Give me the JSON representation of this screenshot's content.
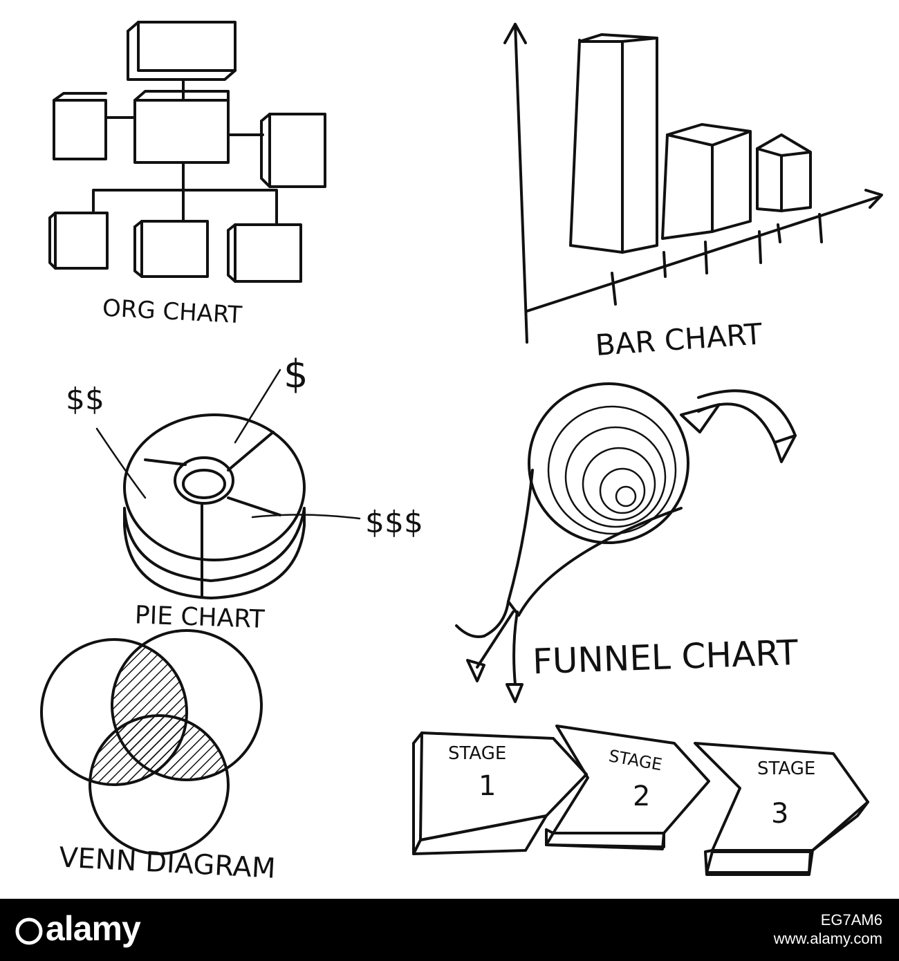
{
  "labels": {
    "org_chart": "ORG CHART",
    "bar_chart": "BAR CHART",
    "pie_chart": "PIE CHART",
    "funnel_chart": "FUNNEL CHART",
    "venn_diagram": "VENN DIAGRAM"
  },
  "pie_callouts": {
    "top": "$",
    "left": "$$",
    "right": "$$$"
  },
  "stages": [
    {
      "word": "STAGE",
      "number": "1"
    },
    {
      "word": "STAGE",
      "number": "2"
    },
    {
      "word": "STAGE",
      "number": "3"
    }
  ],
  "watermark": {
    "brand": "alamy",
    "image_id": "EG7AM6",
    "site": "www.alamy.com"
  },
  "colors": {
    "ink": "#111111",
    "background": "#ffffff",
    "footer": "#000000"
  }
}
